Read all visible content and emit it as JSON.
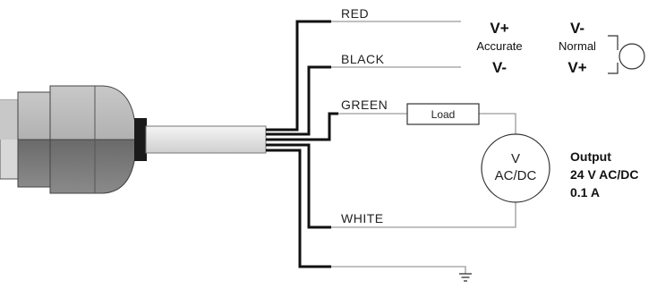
{
  "wires": {
    "red": "RED",
    "black": "BLACK",
    "green": "GREEN",
    "white": "WHITE"
  },
  "polarity": {
    "accurate_top": "V+",
    "accurate_label": "Accurate",
    "accurate_bottom": "V-",
    "normal_top": "V-",
    "normal_label": "Normal",
    "normal_bottom": "V+"
  },
  "load": {
    "label": "Load"
  },
  "meter": {
    "line1": "V",
    "line2": "AC/DC"
  },
  "output": {
    "title": "Output",
    "voltage": "24 V AC/DC",
    "current": "0.1 A"
  },
  "colors": {
    "wire_thick": "#111111",
    "wire_thin": "#9a9a9a",
    "cable_body": "#e6e6e6",
    "connector_dark": "#6e6e6e",
    "connector_light": "#bdbdbd"
  }
}
